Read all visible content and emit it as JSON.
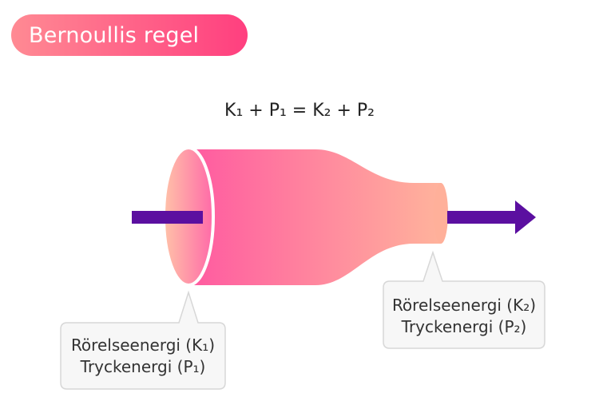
{
  "title": "Bernoullis regel",
  "equation": "K₁ + P₁ = K₂ + P₂",
  "callouts": {
    "inlet": {
      "line1": "Rörelseenergi (K₁)",
      "line2": "Tryckenergi (P₁)"
    },
    "outlet": {
      "line1": "Rörelseenergi (K₂)",
      "line2": "Tryckenergi (P₂)"
    }
  },
  "colors": {
    "title_gradient_start": "#ff8a93",
    "title_gradient_end": "#ff3f7f",
    "pipe_left": "#ff5aa0",
    "pipe_right": "#ffb39c",
    "arrow": "#5b0fa0",
    "callout_border": "#d7d7d7"
  }
}
